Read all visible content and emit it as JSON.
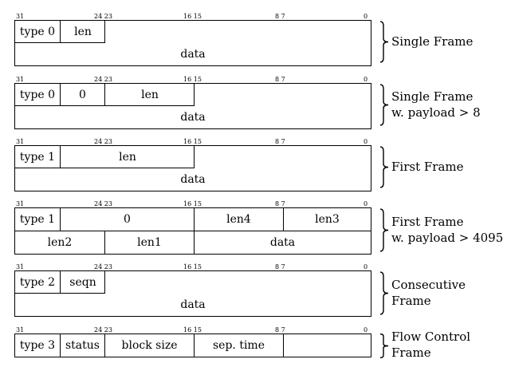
{
  "bit_markers": {
    "b31": "31",
    "b2423": "24 23",
    "b1615": "16 15",
    "b87": "8 7",
    "b0": "0"
  },
  "frames": {
    "single_frame": {
      "fields": {
        "type": "type 0",
        "len": "len",
        "data": "data"
      },
      "label": [
        "Single Frame"
      ]
    },
    "single_frame_long": {
      "fields": {
        "type": "type 0",
        "zero": "0",
        "len": "len",
        "data": "data"
      },
      "label": [
        "Single Frame",
        "w. payload > 8"
      ]
    },
    "first_frame": {
      "fields": {
        "type": "type 1",
        "len": "len",
        "data": "data"
      },
      "label": [
        "First Frame"
      ]
    },
    "first_frame_long": {
      "fields": {
        "type": "type 1",
        "zero": "0",
        "len4": "len4",
        "len3": "len3",
        "len2": "len2",
        "len1": "len1",
        "data": "data"
      },
      "label": [
        "First Frame",
        "w. payload > 4095"
      ]
    },
    "consecutive_frame": {
      "fields": {
        "type": "type 2",
        "seqn": "seqn",
        "data": "data"
      },
      "label": [
        "Consecutive",
        "Frame"
      ]
    },
    "flow_control_frame": {
      "fields": {
        "type": "type 3",
        "status": "status",
        "block_size": "block size",
        "sep_time": "sep. time",
        "empty": ""
      },
      "label": [
        "Flow Control",
        "Frame"
      ]
    }
  }
}
